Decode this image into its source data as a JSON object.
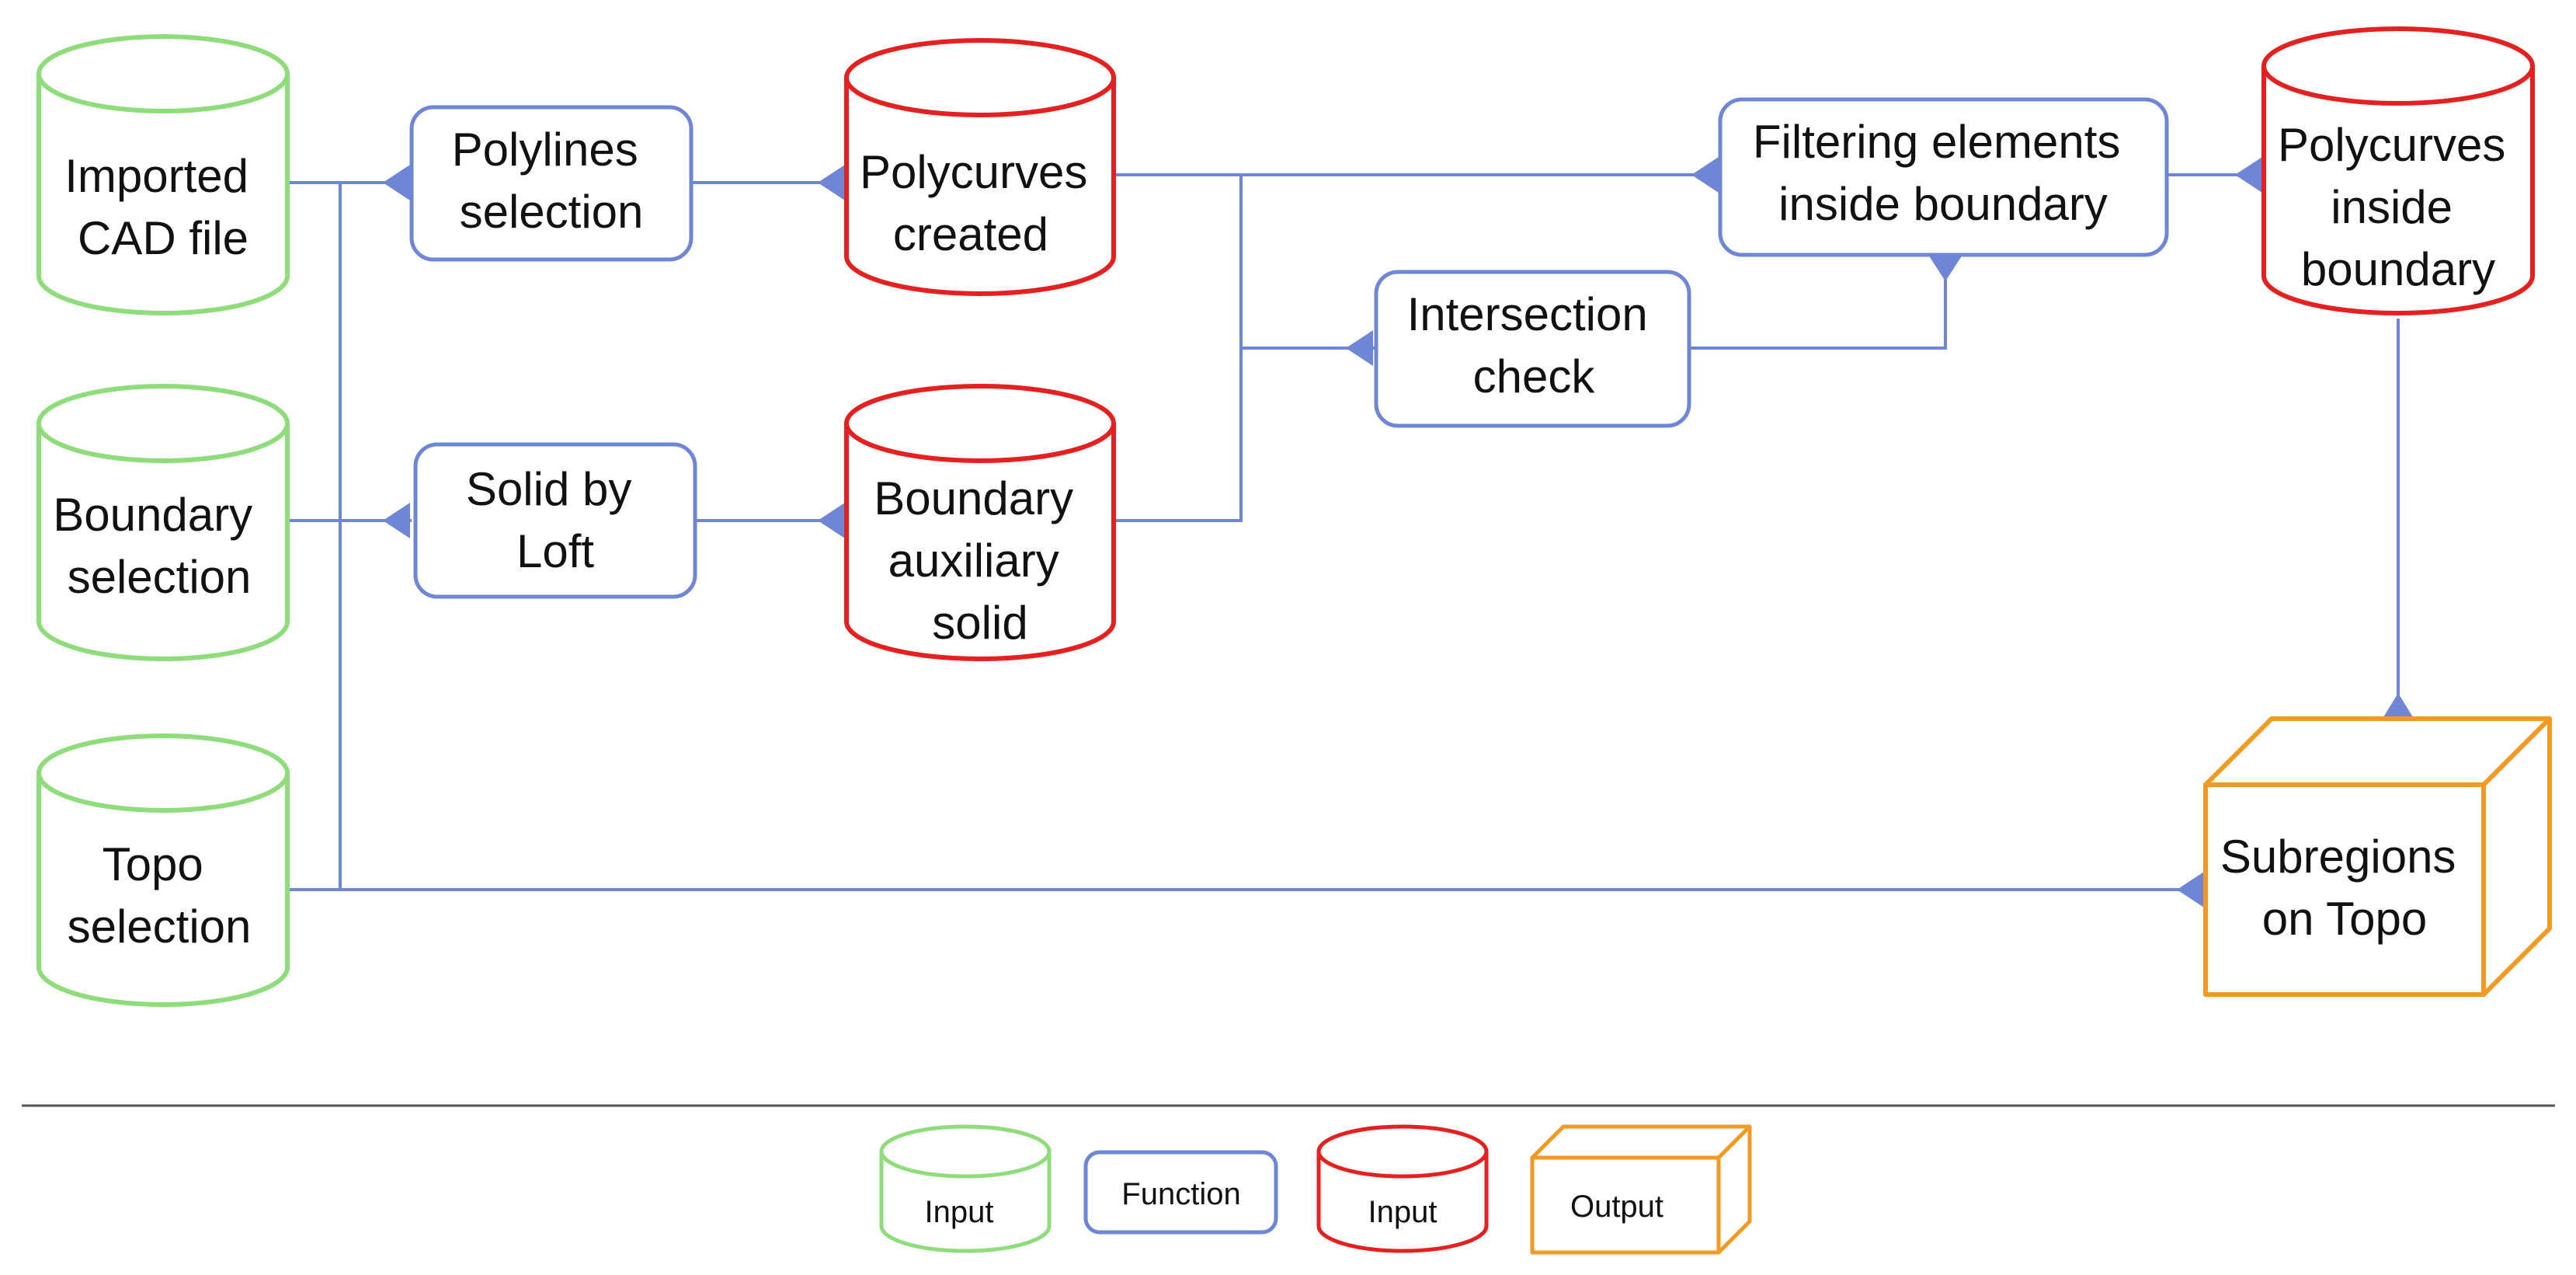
{
  "colors": {
    "input_green": "#8edc7a",
    "function_blue": "#6f86d6",
    "input_red": "#e52020",
    "output_orange": "#f39a24",
    "connector": "#6f86d6",
    "divider": "#555555"
  },
  "nodes": {
    "cad_file": {
      "lines": [
        "Imported",
        "CAD file"
      ]
    },
    "boundary_selection": {
      "lines": [
        "Boundary",
        "selection"
      ]
    },
    "topo_selection": {
      "lines": [
        "Topo",
        "selection"
      ]
    },
    "polylines_selection": {
      "lines": [
        "Polylines",
        "selection"
      ]
    },
    "solid_by_loft": {
      "lines": [
        "Solid by",
        "Loft"
      ]
    },
    "polycurves_created": {
      "lines": [
        "Polycurves",
        "created"
      ]
    },
    "boundary_aux_solid": {
      "lines": [
        "Boundary",
        "auxiliary",
        "solid"
      ]
    },
    "intersection_check": {
      "lines": [
        "Intersection",
        "check"
      ]
    },
    "filtering_elements": {
      "lines": [
        "Filtering elements",
        "inside boundary"
      ]
    },
    "polycurves_inside": {
      "lines": [
        "Polycurves",
        "inside",
        "boundary"
      ]
    },
    "subregions_topo": {
      "lines": [
        "Subregions",
        "on Topo"
      ]
    }
  },
  "legend": {
    "input_green": "Input",
    "function": "Function",
    "input_red": "Input",
    "output": "Output"
  }
}
